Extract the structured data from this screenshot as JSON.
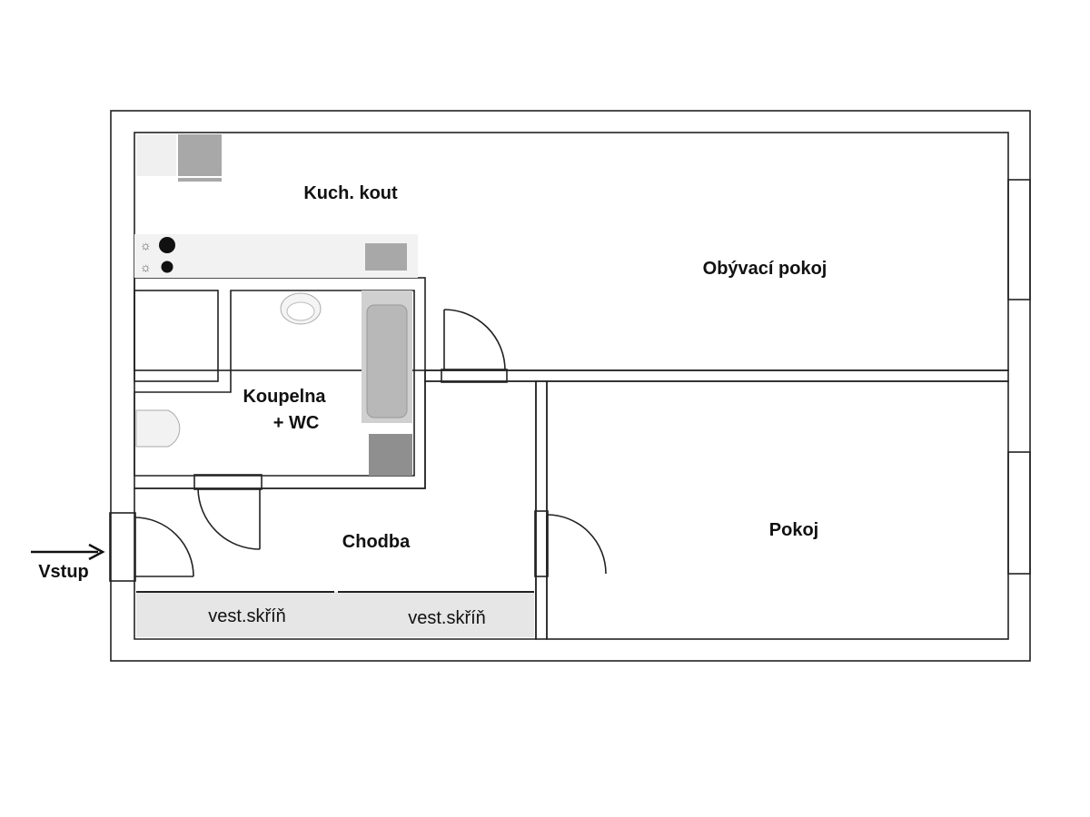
{
  "rooms": {
    "kitchen": "Kuch. kout",
    "living": "Obývací pokoj",
    "bathroom_line1": "Koupelna",
    "bathroom_line2": "+ WC",
    "hallway": "Chodba",
    "room": "Pokoj",
    "closet_left": "vest.skříň",
    "closet_right": "vest.skříň"
  },
  "entry": {
    "label": "Vstup"
  },
  "colors": {
    "wall_hatch": "#333333",
    "closet_fill": "#e6e6e6",
    "appliance": "#a8a8a8"
  }
}
